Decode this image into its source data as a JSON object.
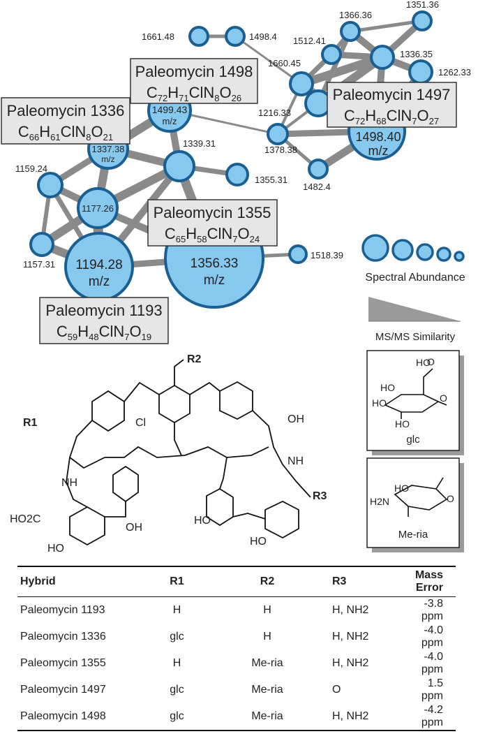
{
  "network": {
    "nodes": [
      {
        "id": "n1661",
        "label": "1661.48"
      },
      {
        "id": "n14984",
        "label": "1498.4"
      },
      {
        "id": "n136636",
        "label": "1366.36"
      },
      {
        "id": "n135136",
        "label": "1351.36"
      },
      {
        "id": "n151241",
        "label": "1512.41"
      },
      {
        "id": "n166045",
        "label": "1660.45"
      },
      {
        "id": "n133635",
        "label": "1336.35"
      },
      {
        "id": "n126233",
        "label": "1262.33"
      },
      {
        "id": "n121633",
        "label": "1216.33"
      },
      {
        "id": "n137838",
        "label": "1378.38"
      },
      {
        "id": "n14824",
        "label": "1482.4"
      },
      {
        "id": "n149943",
        "label": "1499.43",
        "sub": "m/z"
      },
      {
        "id": "n149840",
        "label": "1498.40",
        "sub": "m/z"
      },
      {
        "id": "n133738",
        "label": "1337.38",
        "sub": "m/z"
      },
      {
        "id": "n133931",
        "label": "1339.31"
      },
      {
        "id": "n135531",
        "label": "1355.31"
      },
      {
        "id": "n115924",
        "label": "1159.24"
      },
      {
        "id": "n117726",
        "label": "1177.26"
      },
      {
        "id": "n115731",
        "label": "1157.31"
      },
      {
        "id": "n119428",
        "label": "1194.28",
        "sub": "m/z"
      },
      {
        "id": "n135633",
        "label": "1356.33",
        "sub": "m/z"
      },
      {
        "id": "n151839",
        "label": "1518.39"
      }
    ],
    "boxes": [
      {
        "id": "b1498",
        "name": "Paleomycin 1498",
        "formula": [
          [
            "C",
            "72"
          ],
          [
            "H",
            "71"
          ],
          [
            "ClN",
            "8"
          ],
          [
            "O",
            "26"
          ]
        ]
      },
      {
        "id": "b1336",
        "name": "Paleomycin 1336",
        "formula": [
          [
            "C",
            "66"
          ],
          [
            "H",
            "61"
          ],
          [
            "ClN",
            "8"
          ],
          [
            "O",
            "21"
          ]
        ]
      },
      {
        "id": "b1497",
        "name": "Paleomycin 1497",
        "formula": [
          [
            "C",
            "72"
          ],
          [
            "H",
            "68"
          ],
          [
            "ClN",
            "7"
          ],
          [
            "O",
            "27"
          ]
        ]
      },
      {
        "id": "b1355",
        "name": "Paleomycin 1355",
        "formula": [
          [
            "C",
            "65"
          ],
          [
            "H",
            "58"
          ],
          [
            "ClN",
            "7"
          ],
          [
            "O",
            "24"
          ]
        ]
      },
      {
        "id": "b1193",
        "name": "Paleomycin 1193",
        "formula": [
          [
            "C",
            "59"
          ],
          [
            "H",
            "48"
          ],
          [
            "ClN",
            "7"
          ],
          [
            "O",
            "19"
          ]
        ]
      }
    ]
  },
  "legend": {
    "abundance_label": "Spectral Abundance",
    "similarity_label": "MS/MS Similarity"
  },
  "structure": {
    "labels": {
      "r1": "R1",
      "r2": "R2",
      "r3": "R3",
      "cl": "Cl",
      "oh": "OH",
      "ho2c": "HO2C",
      "nh": "NH",
      "n": "N",
      "h": "H",
      "o": "O",
      "ho": "HO"
    },
    "sugars": [
      {
        "id": "glc",
        "name": "glc"
      },
      {
        "id": "meria",
        "name": "Me-ria",
        "nh2": "H2N",
        "ho": "HO"
      }
    ]
  },
  "table": {
    "headers": [
      "Hybrid",
      "R1",
      "R2",
      "R3",
      "Mass Error"
    ],
    "rows": [
      {
        "hybrid": "Paleomycin 1193",
        "r1": "H",
        "r2": "H",
        "r3": "H, NH2",
        "error": "-3.8 ppm"
      },
      {
        "hybrid": "Paleomycin 1336",
        "r1": "glc",
        "r2": "H",
        "r3": "H, NH2",
        "error": "-4.0 ppm"
      },
      {
        "hybrid": "Paleomycin 1355",
        "r1": "H",
        "r2": "Me-ria",
        "r3": "H, NH2",
        "error": "-4.0 ppm"
      },
      {
        "hybrid": "Paleomycin 1497",
        "r1": "glc",
        "r2": "Me-ria",
        "r3": "O",
        "error": "1.5 ppm"
      },
      {
        "hybrid": "Paleomycin 1498",
        "r1": "glc",
        "r2": "Me-ria",
        "r3": "H, NH2",
        "error": "-4.2 ppm"
      }
    ]
  }
}
